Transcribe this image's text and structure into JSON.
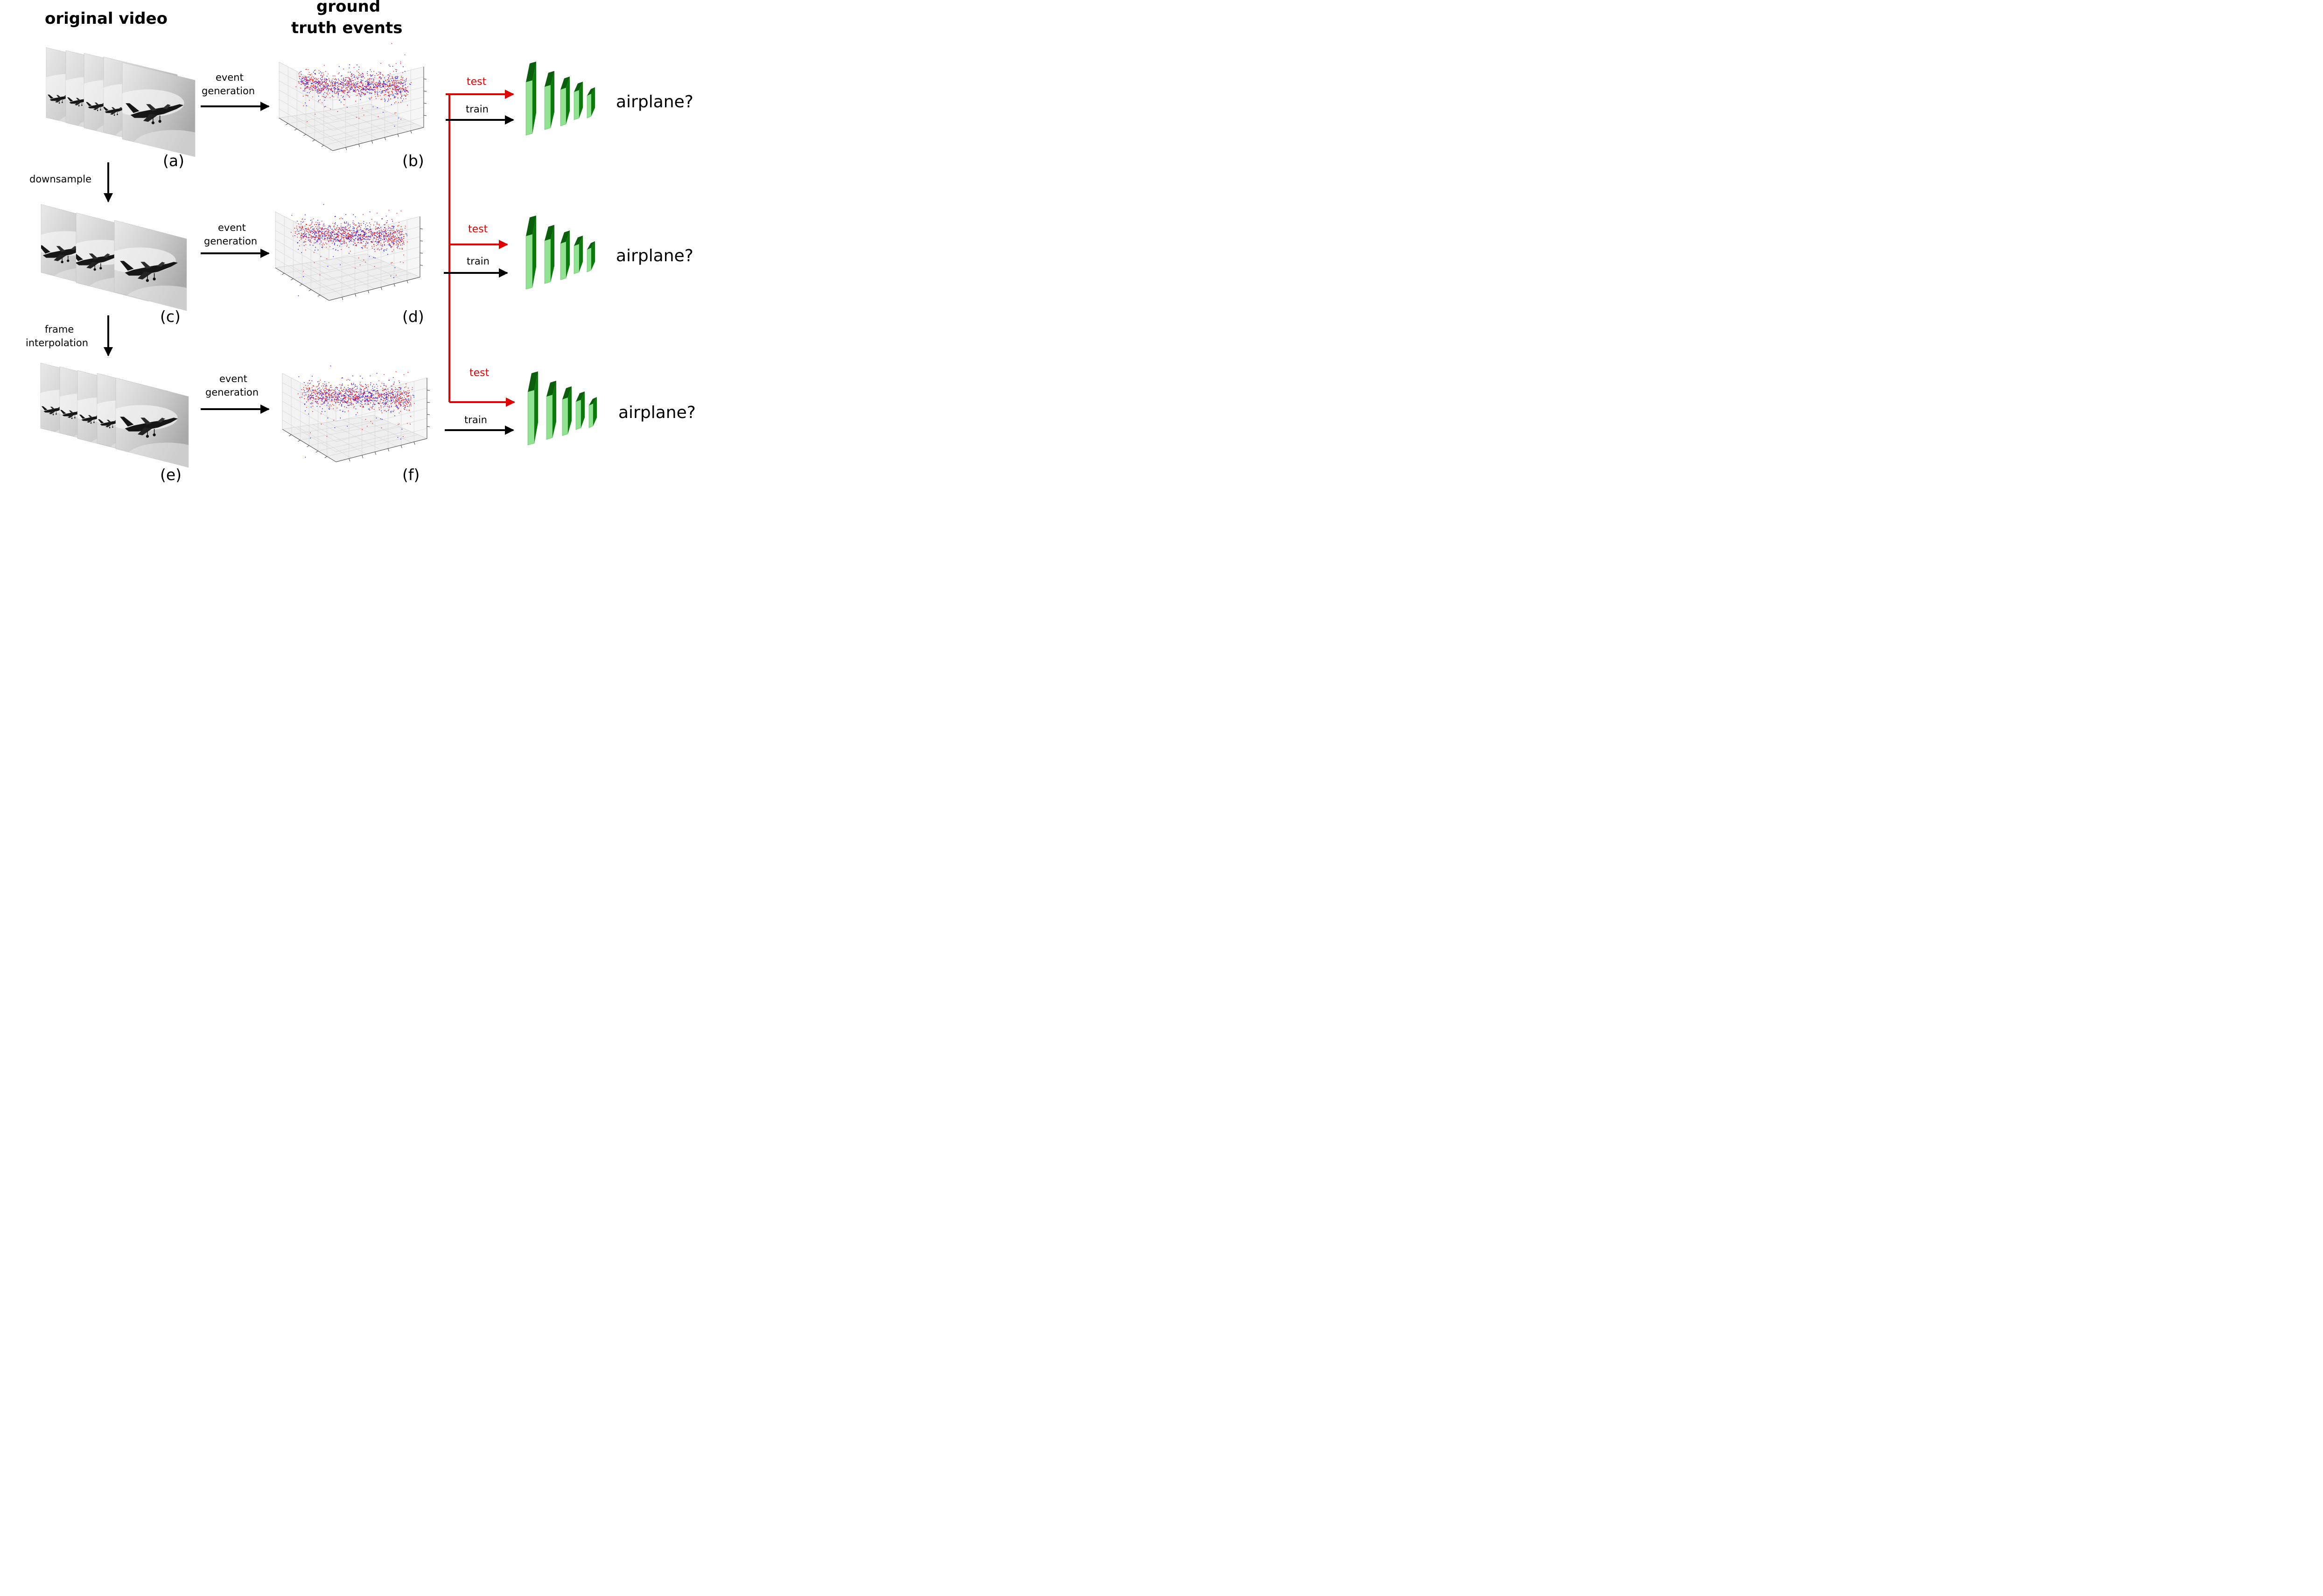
{
  "headers": {
    "original_video": "original video",
    "ground_truth_line1": "ground",
    "ground_truth_line2": "truth events"
  },
  "panels": {
    "a": "(a)",
    "b": "(b)",
    "c": "(c)",
    "d": "(d)",
    "e": "(e)",
    "f": "(f)"
  },
  "steps": {
    "downsample": "downsample",
    "frame_line1": "frame",
    "frame_line2": "interpolation",
    "event_line1": "event",
    "event_line2": "generation"
  },
  "branches": {
    "test": "test",
    "train": "train",
    "question": "airplane?"
  },
  "colors": {
    "test_arrow": "#e00000",
    "train_arrow": "#000000",
    "event_positive": "#ff1a1a",
    "event_negative": "#1a1aff",
    "network_front": "#90e290",
    "network_side": "#0a7a0a",
    "network_top": "#0b5e0b"
  },
  "icons": [
    "airplane-silhouette-icon",
    "network-block-icon",
    "arrow-icon"
  ]
}
